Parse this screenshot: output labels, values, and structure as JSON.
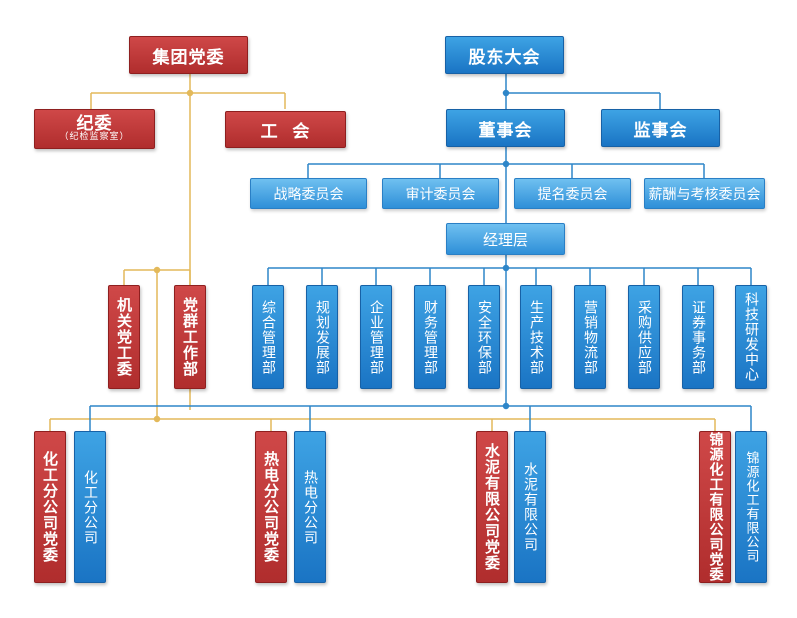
{
  "nodes": {
    "party_committee": "集团党委",
    "shareholders": "股东大会",
    "discipline": "纪委",
    "discipline_sub": "（纪检监察室）",
    "union": "工  会",
    "board": "董事会",
    "supervisors": "监事会",
    "strategy": "战略委员会",
    "audit": "审计委员会",
    "nomination": "提名委员会",
    "compensation": "薪酬与考核委员会",
    "management": "经理层",
    "organ_party": "机关党工委",
    "mass_work": "党群工作部",
    "departments": [
      "综合管理部",
      "规划发展部",
      "企业管理部",
      "财务管理部",
      "安全环保部",
      "生产技术部",
      "营销物流部",
      "采购供应部",
      "证券事务部",
      "科技研发中心"
    ],
    "subsidiaries": [
      {
        "party": "化工分公司党委",
        "company": "化工分公司"
      },
      {
        "party": "热电分公司党委",
        "company": "热电分公司"
      },
      {
        "party": "水泥有限公司党委",
        "company": "水泥有限公司"
      },
      {
        "party": "锦源化工有限公司党委",
        "company": "锦源化工有限公司"
      }
    ]
  },
  "colors": {
    "party": "#b83232",
    "corporate": "#1f7fcc",
    "party_line": "#e3b95a",
    "corporate_line": "#2e86c9"
  }
}
